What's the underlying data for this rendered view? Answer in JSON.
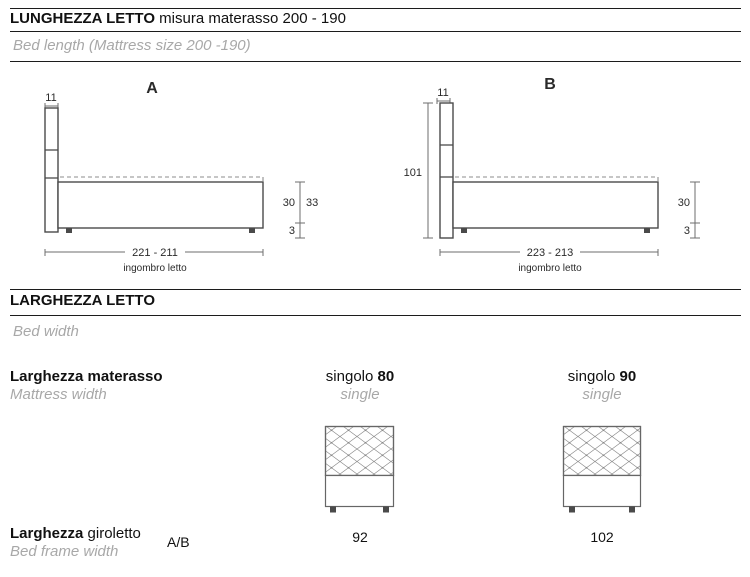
{
  "colors": {
    "text_gray_italic": "#a8a8a8",
    "line_dark": "#1c1c1c"
  },
  "header": {
    "title_bold": "LUNGHEZZA LETTO",
    "title_regular": " misura materasso 200 - 190",
    "subtitle": "Bed length (Mattress size 200 -190)"
  },
  "diagram_a": {
    "label": "A",
    "headboard_thickness": "11",
    "mattress_height": "30",
    "total_height": "33",
    "base_height": "3",
    "length": "221 - 211",
    "caption": "ingombro letto"
  },
  "diagram_b": {
    "label": "B",
    "headboard_thickness": "11",
    "headboard_height": "101",
    "mattress_height": "30",
    "base_height": "3",
    "length": "223 - 213",
    "caption": "ingombro letto"
  },
  "section_width": {
    "title": "LARGHEZZA LETTO",
    "subtitle": "Bed width",
    "mattress_label_it": "Larghezza materasso",
    "mattress_label_en": "Mattress width",
    "columns": [
      {
        "type": "singolo ",
        "size": "80",
        "type_en": "single",
        "frame_width": "92"
      },
      {
        "type": "singolo ",
        "size": "90",
        "type_en": "single",
        "frame_width": "102"
      }
    ],
    "frame_label_bold": "Larghezza",
    "frame_label_regular": " giroletto",
    "frame_label_en": "Bed frame width",
    "frame_label_suffix": "A/B"
  }
}
